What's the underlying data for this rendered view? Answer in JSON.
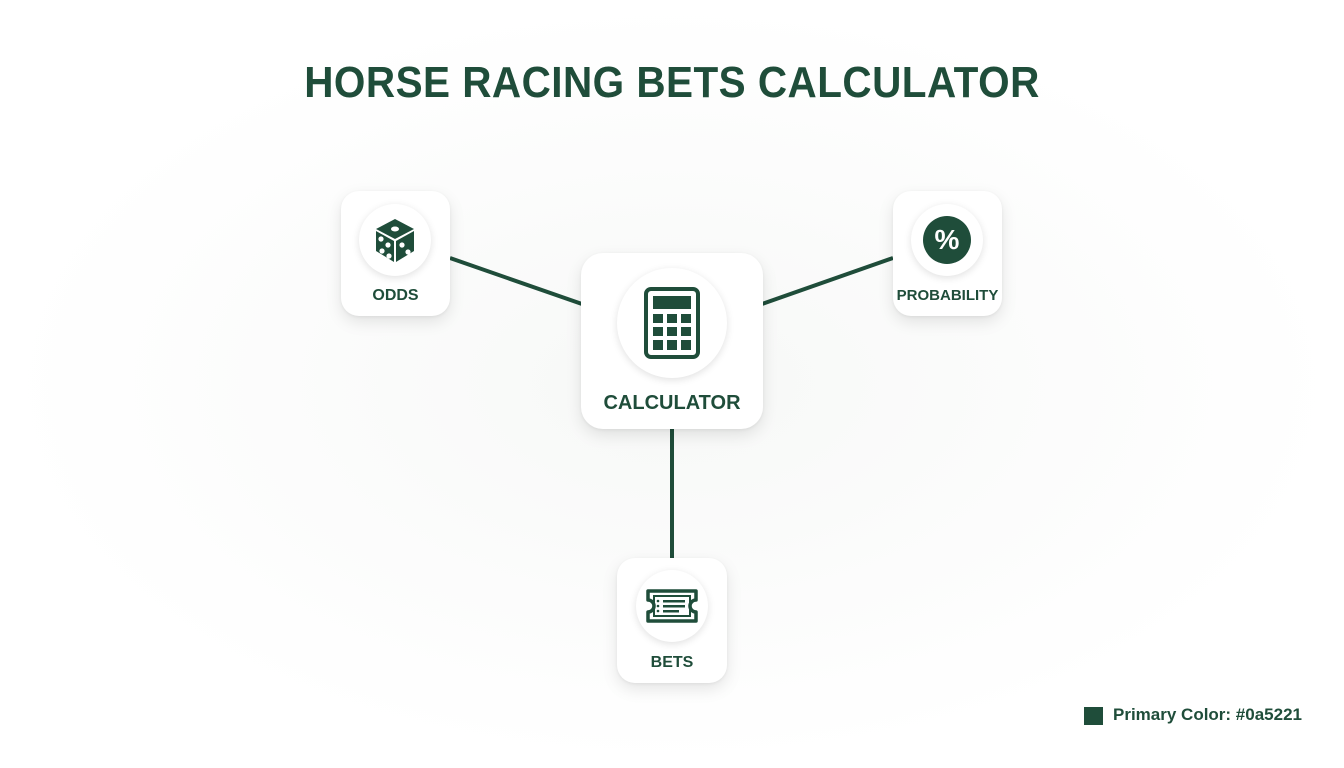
{
  "title": "HORSE RACING BETS CALCULATOR",
  "colors": {
    "primary": "#1f4d3a",
    "card": "#ffffff",
    "background": "#ffffff"
  },
  "nodes": {
    "center": {
      "label": "CALCULATOR",
      "icon": "calculator-icon"
    },
    "odds": {
      "label": "ODDS",
      "icon": "dice-icon"
    },
    "probability": {
      "label": "PROBABILITY",
      "icon": "percent-icon"
    },
    "bets": {
      "label": "BETS",
      "icon": "ticket-icon"
    }
  },
  "edges": [
    {
      "from": "odds",
      "to": "center"
    },
    {
      "from": "probability",
      "to": "center"
    },
    {
      "from": "center",
      "to": "bets"
    }
  ],
  "legend": {
    "text": "Primary Color: #0a5221"
  }
}
